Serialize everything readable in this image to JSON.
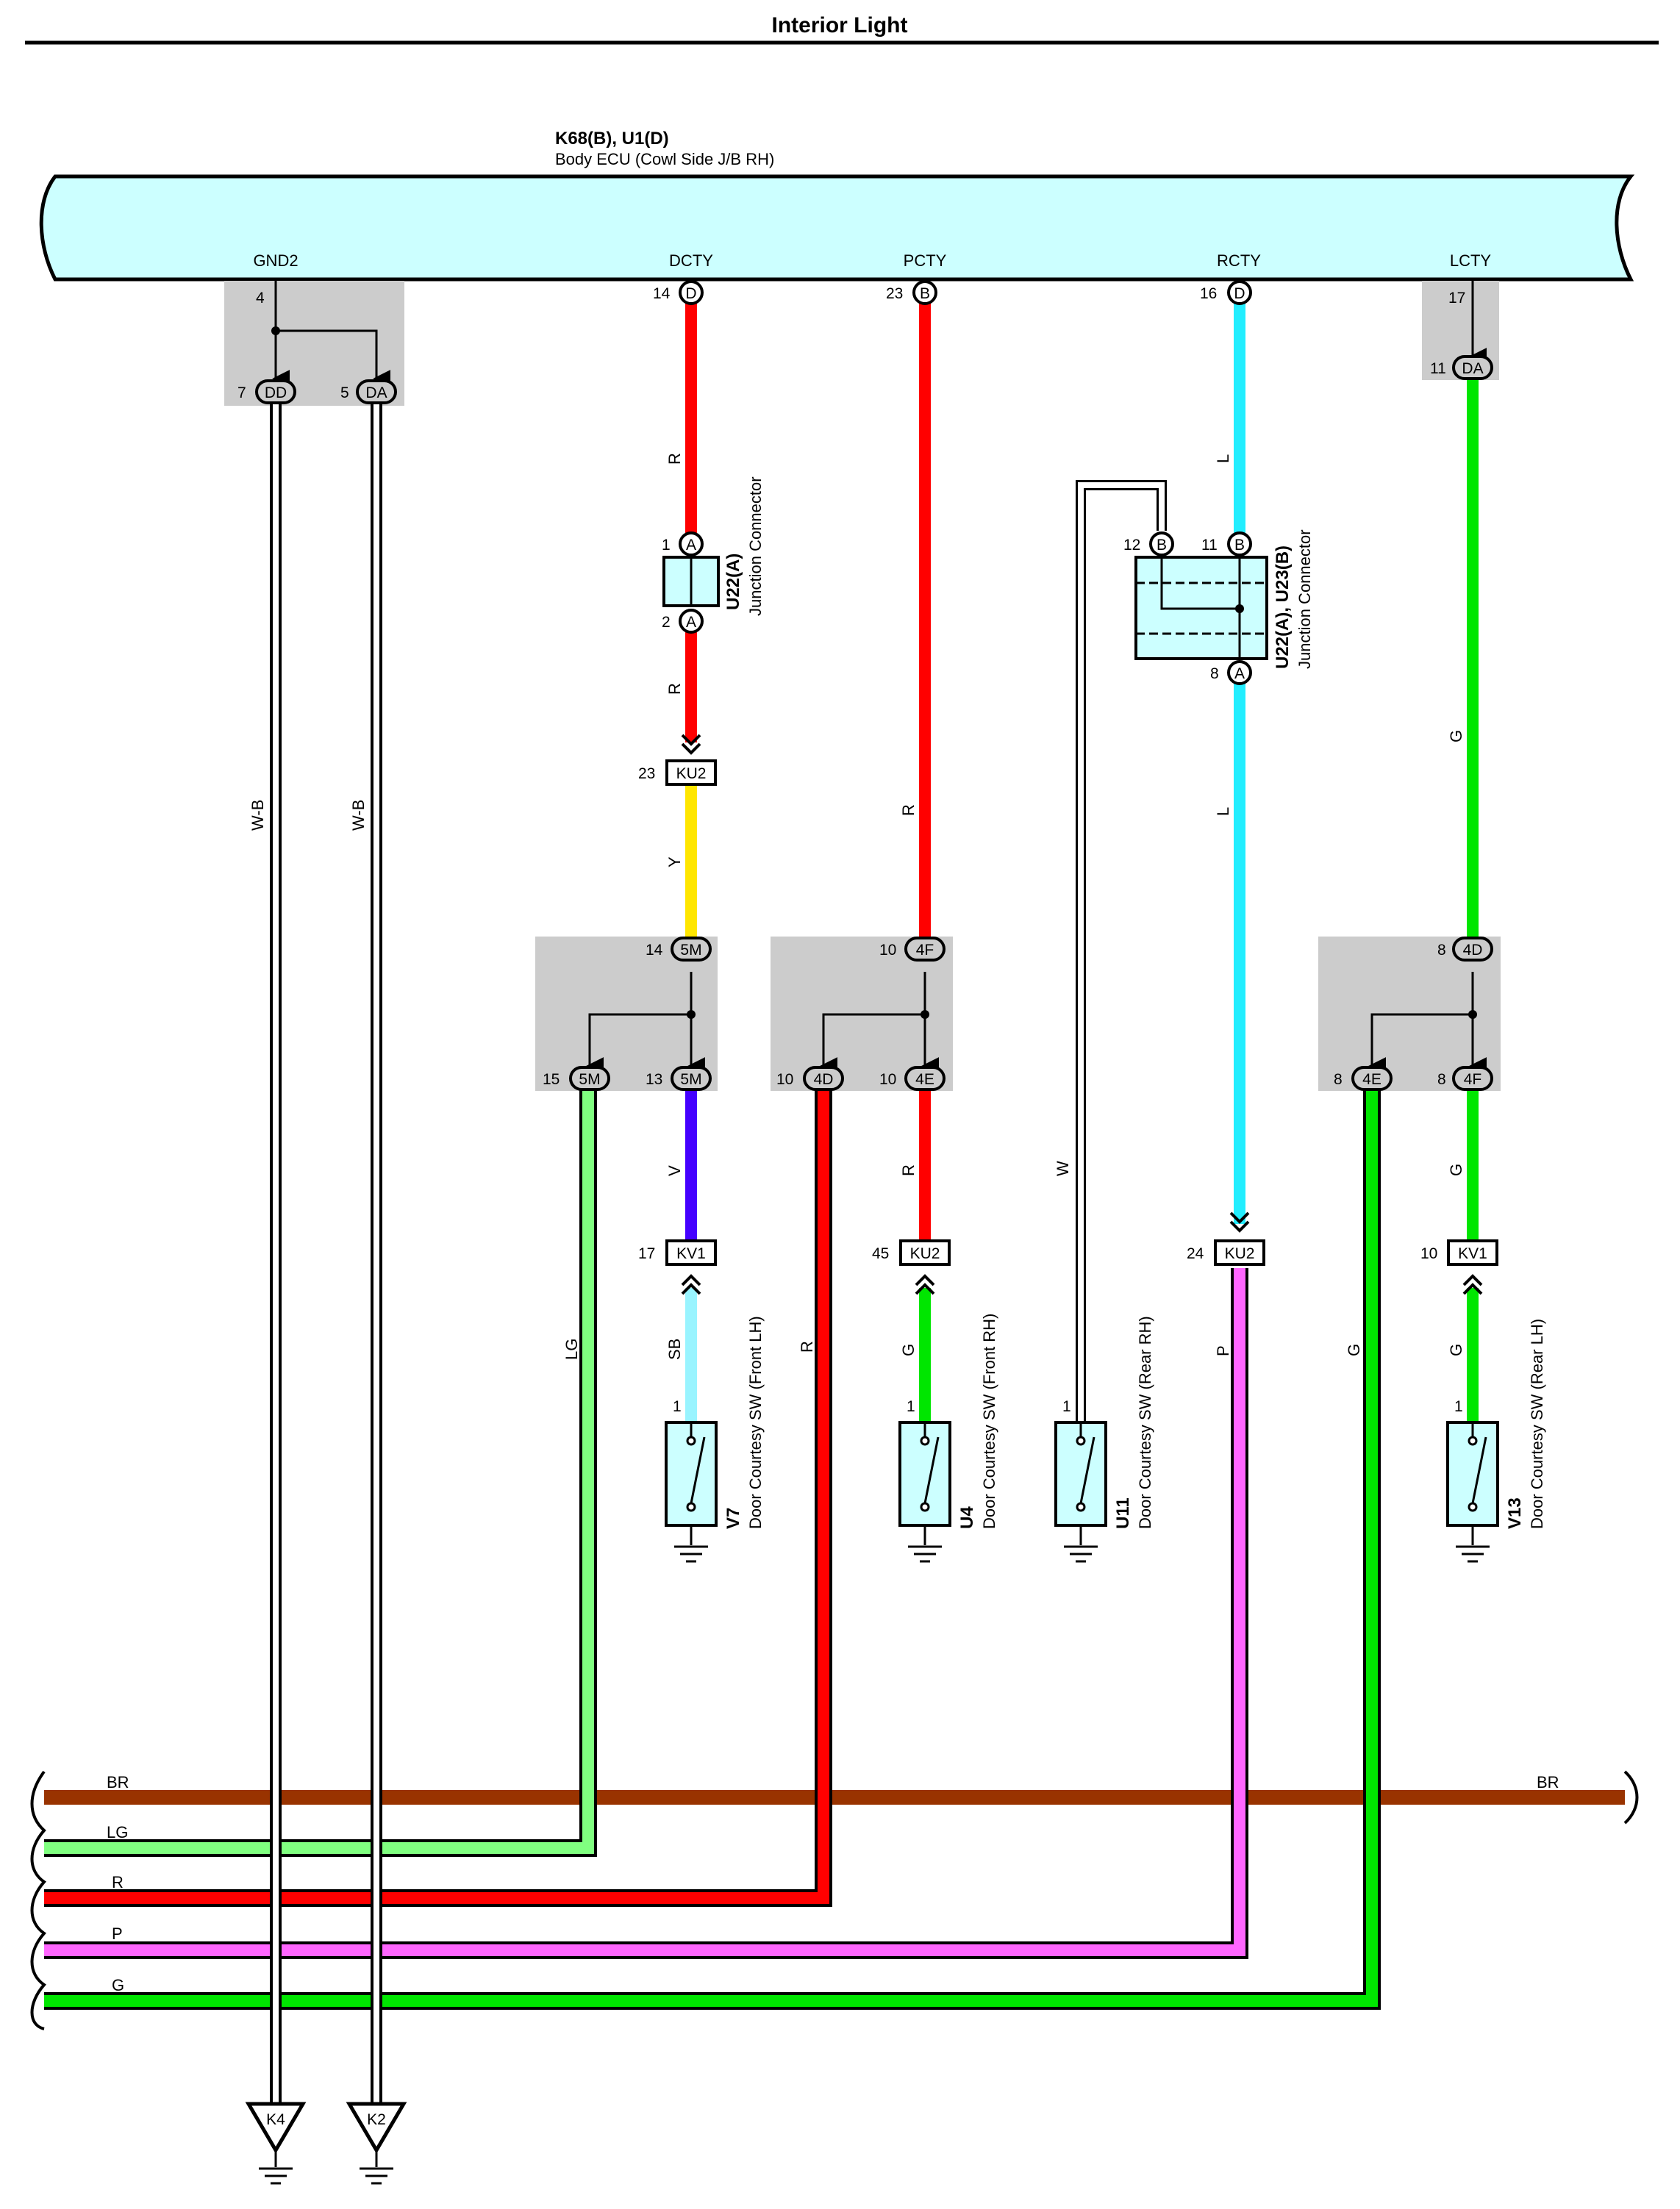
{
  "title": "Interior Light",
  "ecu": {
    "code": "K68(B), U1(D)",
    "name": "Body ECU (Cowl Side J/B RH)",
    "terminals": {
      "gnd2": "GND2",
      "dcty": "DCTY",
      "pcty": "PCTY",
      "rcty": "RCTY",
      "lcty": "LCTY"
    }
  },
  "pins": {
    "gnd2_pin": "4",
    "gnd2_dd_pin": "7",
    "gnd2_dd": "DD",
    "gnd2_da_pin": "5",
    "gnd2_da": "DA",
    "dcty_pin": "14",
    "dcty_conn": "D",
    "pcty_pin": "23",
    "pcty_conn": "B",
    "rcty_pin": "16",
    "rcty_conn": "D",
    "lcty_pin": "17",
    "lcty_da_pin": "11",
    "lcty_da": "DA",
    "u22_in_pin": "1",
    "u22_in": "A",
    "u22_out_pin": "2",
    "u22_out": "A",
    "ku2_d_pin": "23",
    "ku2": "KU2",
    "m5_in_pin": "14",
    "m5": "5M",
    "m5_a_pin": "15",
    "m5_b_pin": "13",
    "f4_in_pin": "10",
    "f4": "4F",
    "d4_pin": "10",
    "d4": "4D",
    "e4_pin": "10",
    "e4": "4E",
    "rj_b12_pin": "12",
    "rj_b11_pin": "11",
    "rj_b": "B",
    "rj_a8_pin": "8",
    "rj_a": "A",
    "l_d4_pin": "8",
    "l_d4": "4D",
    "l_e4_pin": "8",
    "l_e4": "4E",
    "l_f4_pin": "8",
    "l_f4": "4F",
    "kv1_fl_pin": "17",
    "kv1": "KV1",
    "ku2_fr_pin": "45",
    "ku2_rr_pin": "24",
    "kv1_rl_pin": "10",
    "sw_fl_pin": "1",
    "sw_fr_pin": "1",
    "sw_rr_pin": "1",
    "sw_rl_pin": "1"
  },
  "junctions": {
    "u22a_code": "U22(A)",
    "u22a_name": "Junction Connector",
    "u22u23_code": "U22(A), U23(B)",
    "u22u23_name": "Junction Connector"
  },
  "switches": {
    "fl_code": "V7",
    "fl_name": "Door Courtesy SW (Front LH)",
    "fr_code": "U4",
    "fr_name": "Door Courtesy SW (Front RH)",
    "rr_code": "U11",
    "rr_name": "Door Courtesy SW (Rear RH)",
    "rl_code": "V13",
    "rl_name": "Door Courtesy SW (Rear LH)"
  },
  "wire_labels": {
    "dcty_1": "R",
    "dcty_2": "R",
    "dcty_3": "Y",
    "dcty_4": "V",
    "dcty_5": "SB",
    "dcty_lg": "LG",
    "pcty_1": "R",
    "pcty_2": "R",
    "pcty_3": "G",
    "pcty_r": "R",
    "rcty_1": "L",
    "rcty_2": "L",
    "rcty_p": "P",
    "rcty_w": "W",
    "lcty_1": "G",
    "lcty_2": "G",
    "lcty_3": "G",
    "lcty_g": "G",
    "gnd_1": "W-B",
    "gnd_2": "W-B"
  },
  "bus": {
    "br": "BR",
    "br_right": "BR",
    "lg": "LG",
    "r": "R",
    "p": "P",
    "g": "G"
  },
  "grounds": {
    "k4": "K4",
    "k2": "K2"
  },
  "colors": {
    "R": "#ff0000",
    "Y": "#ffe600",
    "V": "#4400ff",
    "SB": "#99f4ff",
    "LG": "#80ff80",
    "G": "#00e600",
    "L": "#22eeff",
    "P": "#ff66ff",
    "BR": "#993300",
    "W": "#ffffff",
    "ecu_fill": "#ccffff",
    "box_fill": "#cccccc"
  }
}
